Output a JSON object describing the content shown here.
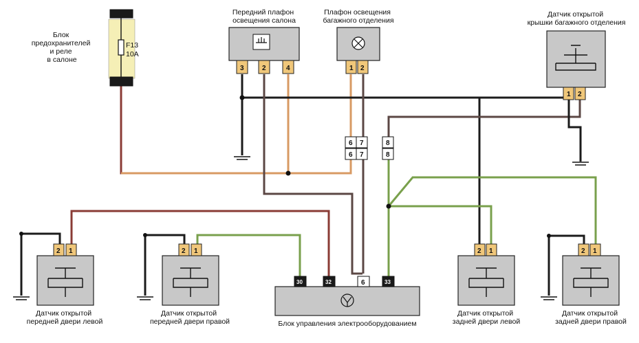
{
  "labels": {
    "fuse_block": [
      "Блок",
      "предохранителей",
      "и реле",
      "в салоне"
    ],
    "fuse_id": "F13",
    "fuse_rating": "10A",
    "front_lamp": [
      "Передний плафон",
      "освещения салона"
    ],
    "trunk_lamp": [
      "Плафон освещения",
      "багажного отделения"
    ],
    "trunk_sensor": [
      "Датчик открытой",
      "крышки багажного отделения"
    ],
    "fl_door": [
      "Датчик открытой",
      "передней двери левой"
    ],
    "fr_door": [
      "Датчик открытой",
      "передней двери правой"
    ],
    "control_unit": "Блок управления электрооборудованием",
    "rl_door": [
      "Датчик открытой",
      "задней двери левой"
    ],
    "rr_door": [
      "Датчик открытой",
      "задней двери правой"
    ]
  },
  "pins": {
    "front_lamp": [
      "3",
      "2",
      "4"
    ],
    "trunk_lamp": [
      "1",
      "2"
    ],
    "trunk_sensor": [
      "1",
      "2"
    ],
    "connector_top": [
      "6",
      "7",
      "8"
    ],
    "connector_bottom": [
      "6",
      "7",
      "8"
    ],
    "fl_door": [
      "2",
      "1"
    ],
    "fr_door": [
      "2",
      "1"
    ],
    "rl_door": [
      "2",
      "1"
    ],
    "rr_door": [
      "2",
      "1"
    ],
    "control_unit": [
      "30",
      "32",
      "6",
      "33"
    ]
  },
  "colors": {
    "brown": "#5b4744",
    "black": "#1b1b1b",
    "orange": "#d89a63",
    "green": "#79a04c",
    "maroon": "#8a3b35",
    "component_gray": "#c8c8c8",
    "fuse_yellow": "#f5efb6",
    "pin_tan": "#f0c77a"
  }
}
